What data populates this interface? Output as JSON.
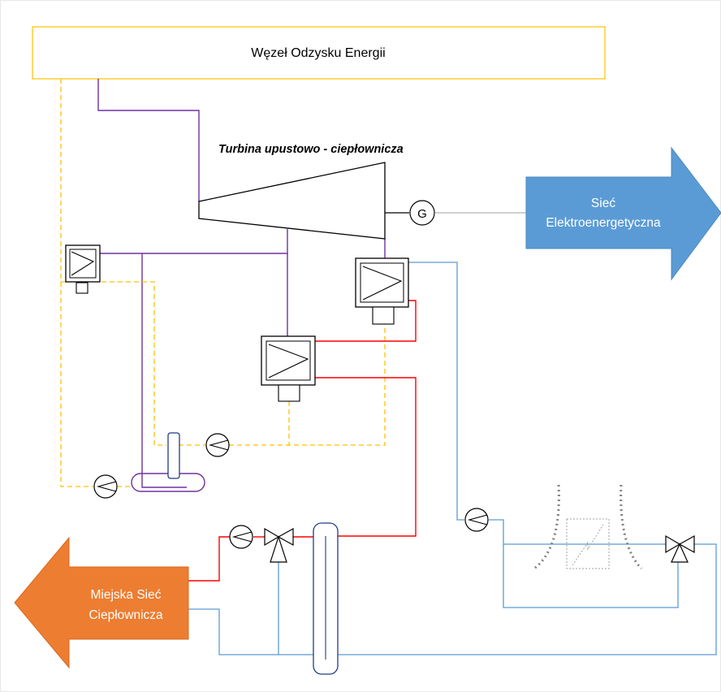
{
  "node_title": "Węzeł Odzysku Energii",
  "turbine_label": "Turbina upustowo - ciepłownicza",
  "generator_label": "G",
  "grid_arrow": {
    "line1": "Sieć",
    "line2": "Elektroenergetyczna",
    "color": "#5b9bd5"
  },
  "district_heating_arrow": {
    "line1": "Miejska Sieć",
    "line2": "Ciepłownicza",
    "color": "#ed7d31"
  },
  "colors": {
    "steam": "#7030a0",
    "condensate": "#ffc000",
    "hot_water": "#ff0000",
    "return_water": "#5b9bd5",
    "cooling_tower": "#808080",
    "electric": "#bfbfbf",
    "box_border": "#ffc000"
  },
  "icons": [
    "pump-icon",
    "three-way-valve-icon",
    "heat-exchanger-icon",
    "generator-icon",
    "cooling-tower-icon"
  ]
}
